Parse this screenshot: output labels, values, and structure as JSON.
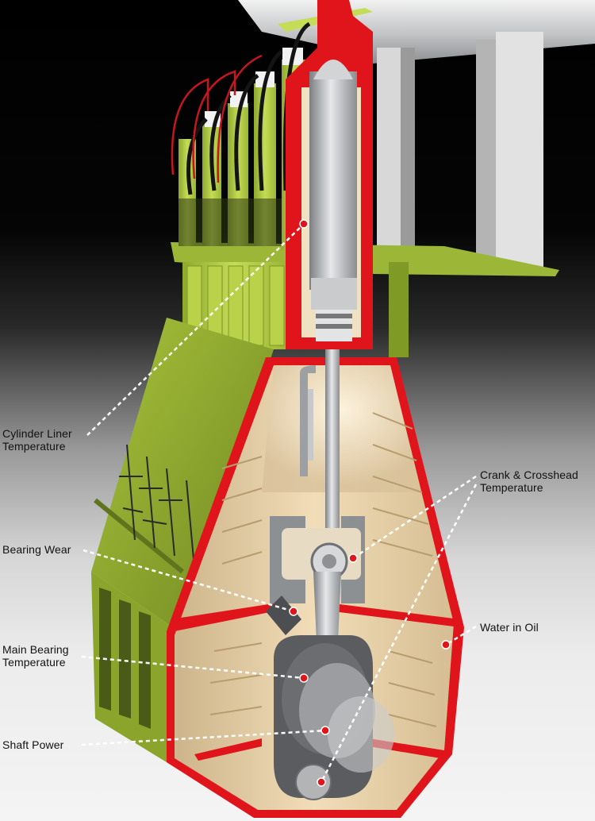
{
  "labels": {
    "cylinder_liner": "Cylinder Liner\nTemperature",
    "bearing_wear": "Bearing Wear",
    "main_bearing": "Main Bearing\nTemperature",
    "shaft_power": "Shaft Power",
    "crank_crosshead": "Crank & Crosshead\nTemperature",
    "water_in_oil": "Water in Oil"
  },
  "colors": {
    "engine_green": "#b9d24a",
    "casing_red": "#e0141b",
    "interior_tan": "#e9d3ab",
    "steel": "#b9bcbe",
    "dark_steel": "#4a4c50",
    "leader_line": "#ffffff",
    "sensor_dot": "#e0141b"
  }
}
